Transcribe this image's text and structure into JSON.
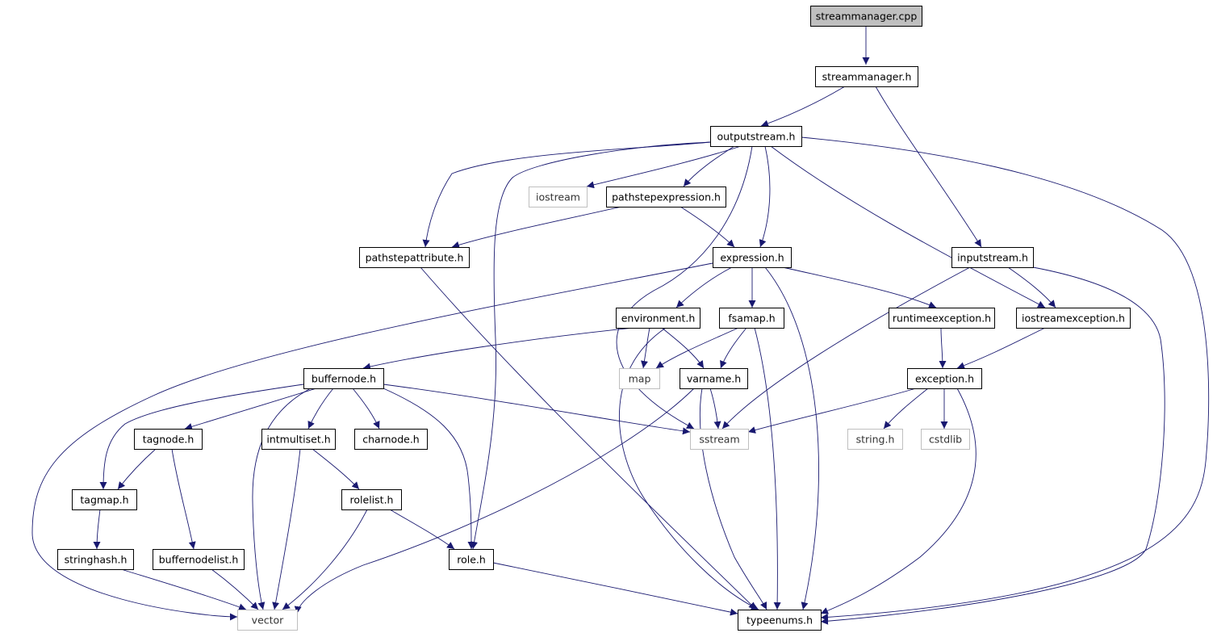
{
  "diagram": {
    "title": "",
    "colors": {
      "edge": "#191970",
      "root_fill": "#bfbfbf",
      "box_stroke": "#000000",
      "external_stroke": "#bfbfbf",
      "background": "#ffffff"
    },
    "nodes": [
      {
        "id": "streammanager_cpp",
        "label": "streammanager.cpp",
        "kind": "root"
      },
      {
        "id": "streammanager_h",
        "label": "streammanager.h",
        "kind": "header"
      },
      {
        "id": "outputstream_h",
        "label": "outputstream.h",
        "kind": "header"
      },
      {
        "id": "iostream",
        "label": "iostream",
        "kind": "external"
      },
      {
        "id": "pathstepexpression_h",
        "label": "pathstepexpression.h",
        "kind": "header"
      },
      {
        "id": "pathstepattribute_h",
        "label": "pathstepattribute.h",
        "kind": "header"
      },
      {
        "id": "expression_h",
        "label": "expression.h",
        "kind": "header"
      },
      {
        "id": "inputstream_h",
        "label": "inputstream.h",
        "kind": "header"
      },
      {
        "id": "environment_h",
        "label": "environment.h",
        "kind": "header"
      },
      {
        "id": "fsamap_h",
        "label": "fsamap.h",
        "kind": "header"
      },
      {
        "id": "runtimeexception_h",
        "label": "runtimeexception.h",
        "kind": "header"
      },
      {
        "id": "iostreamexception_h",
        "label": "iostreamexception.h",
        "kind": "header"
      },
      {
        "id": "buffernode_h",
        "label": "buffernode.h",
        "kind": "header"
      },
      {
        "id": "map",
        "label": "map",
        "kind": "external"
      },
      {
        "id": "varname_h",
        "label": "varname.h",
        "kind": "header"
      },
      {
        "id": "exception_h",
        "label": "exception.h",
        "kind": "header"
      },
      {
        "id": "tagnode_h",
        "label": "tagnode.h",
        "kind": "header"
      },
      {
        "id": "intmultiset_h",
        "label": "intmultiset.h",
        "kind": "header"
      },
      {
        "id": "charnode_h",
        "label": "charnode.h",
        "kind": "header"
      },
      {
        "id": "sstream",
        "label": "sstream",
        "kind": "external"
      },
      {
        "id": "string_h",
        "label": "string.h",
        "kind": "external"
      },
      {
        "id": "cstdlib",
        "label": "cstdlib",
        "kind": "external"
      },
      {
        "id": "tagmap_h",
        "label": "tagmap.h",
        "kind": "header"
      },
      {
        "id": "rolelist_h",
        "label": "rolelist.h",
        "kind": "header"
      },
      {
        "id": "stringhash_h",
        "label": "stringhash.h",
        "kind": "header"
      },
      {
        "id": "buffernodelist_h",
        "label": "buffernodelist.h",
        "kind": "header"
      },
      {
        "id": "role_h",
        "label": "role.h",
        "kind": "header"
      },
      {
        "id": "vector",
        "label": "vector",
        "kind": "external"
      },
      {
        "id": "typeenums_h",
        "label": "typeenums.h",
        "kind": "header"
      }
    ],
    "edges": [
      [
        "streammanager_cpp",
        "streammanager_h"
      ],
      [
        "streammanager_h",
        "outputstream_h"
      ],
      [
        "streammanager_h",
        "inputstream_h"
      ],
      [
        "outputstream_h",
        "iostream"
      ],
      [
        "outputstream_h",
        "pathstepexpression_h"
      ],
      [
        "outputstream_h",
        "pathstepattribute_h"
      ],
      [
        "outputstream_h",
        "expression_h"
      ],
      [
        "outputstream_h",
        "iostreamexception_h"
      ],
      [
        "outputstream_h",
        "sstream"
      ],
      [
        "outputstream_h",
        "role_h"
      ],
      [
        "outputstream_h",
        "typeenums_h"
      ],
      [
        "pathstepexpression_h",
        "pathstepattribute_h"
      ],
      [
        "pathstepexpression_h",
        "expression_h"
      ],
      [
        "pathstepattribute_h",
        "typeenums_h"
      ],
      [
        "expression_h",
        "environment_h"
      ],
      [
        "expression_h",
        "fsamap_h"
      ],
      [
        "expression_h",
        "runtimeexception_h"
      ],
      [
        "expression_h",
        "vector"
      ],
      [
        "expression_h",
        "typeenums_h"
      ],
      [
        "inputstream_h",
        "iostreamexception_h"
      ],
      [
        "inputstream_h",
        "sstream"
      ],
      [
        "inputstream_h",
        "typeenums_h"
      ],
      [
        "environment_h",
        "buffernode_h"
      ],
      [
        "environment_h",
        "map"
      ],
      [
        "environment_h",
        "varname_h"
      ],
      [
        "environment_h",
        "typeenums_h"
      ],
      [
        "fsamap_h",
        "map"
      ],
      [
        "fsamap_h",
        "varname_h"
      ],
      [
        "fsamap_h",
        "typeenums_h"
      ],
      [
        "runtimeexception_h",
        "exception_h"
      ],
      [
        "iostreamexception_h",
        "exception_h"
      ],
      [
        "buffernode_h",
        "tagnode_h"
      ],
      [
        "buffernode_h",
        "intmultiset_h"
      ],
      [
        "buffernode_h",
        "charnode_h"
      ],
      [
        "buffernode_h",
        "sstream"
      ],
      [
        "buffernode_h",
        "tagmap_h"
      ],
      [
        "buffernode_h",
        "role_h"
      ],
      [
        "buffernode_h",
        "vector"
      ],
      [
        "varname_h",
        "sstream"
      ],
      [
        "varname_h",
        "vector"
      ],
      [
        "varname_h",
        "typeenums_h"
      ],
      [
        "exception_h",
        "sstream"
      ],
      [
        "exception_h",
        "string_h"
      ],
      [
        "exception_h",
        "cstdlib"
      ],
      [
        "exception_h",
        "typeenums_h"
      ],
      [
        "tagnode_h",
        "tagmap_h"
      ],
      [
        "tagnode_h",
        "buffernodelist_h"
      ],
      [
        "intmultiset_h",
        "rolelist_h"
      ],
      [
        "intmultiset_h",
        "vector"
      ],
      [
        "tagmap_h",
        "stringhash_h"
      ],
      [
        "rolelist_h",
        "role_h"
      ],
      [
        "rolelist_h",
        "vector"
      ],
      [
        "stringhash_h",
        "vector"
      ],
      [
        "buffernodelist_h",
        "vector"
      ],
      [
        "role_h",
        "typeenums_h"
      ]
    ]
  }
}
